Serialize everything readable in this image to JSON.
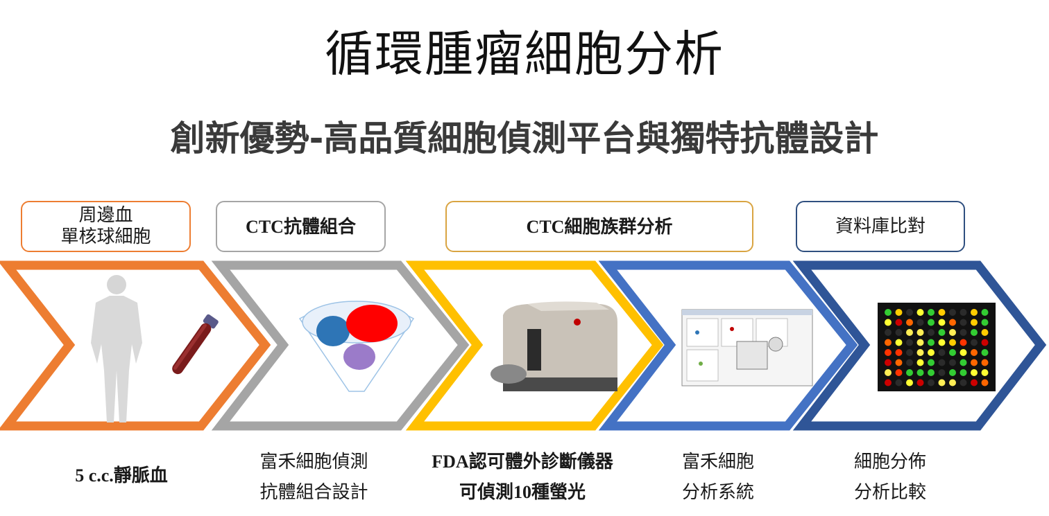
{
  "title": "循環腫瘤細胞分析",
  "subtitle": "創新優勢-高品質細胞偵測平台與獨特抗體設計",
  "stages": [
    {
      "box_lines": [
        "周邊血",
        "單核球細胞"
      ],
      "color": "#ED7D31",
      "caption_lines": [
        "5 c.c.靜脈血"
      ],
      "icon": "human-body-and-blood-tube"
    },
    {
      "box_lines": [
        "CTC抗體組合"
      ],
      "color": "#A5A5A5",
      "caption_lines": [
        "富禾細胞偵測",
        "抗體組合設計"
      ],
      "icon": "antibody-funnel"
    },
    {
      "box_lines": [
        "CTC細胞族群分析"
      ],
      "color": "#D9A441",
      "caption_lines": [
        "FDA認可體外診斷儀器",
        "可偵測10種螢光"
      ],
      "icon": "flow-cytometer-instrument"
    },
    {
      "box_lines": [
        "資料庫比對"
      ],
      "color": "#2F4F7F",
      "caption_lines": [],
      "icon": "analysis-software-screen"
    },
    {
      "box_lines": [],
      "color": "#203864",
      "caption_lines": [],
      "icon": "microarray-grid"
    }
  ],
  "captions": {
    "c4": [
      "富禾細胞",
      "分析系統"
    ],
    "c5": [
      "細胞分佈",
      "分析比較"
    ]
  },
  "chevron_colors": [
    "#ED7D31",
    "#A5A5A5",
    "#FFC000",
    "#4472C4",
    "#2F5597"
  ]
}
